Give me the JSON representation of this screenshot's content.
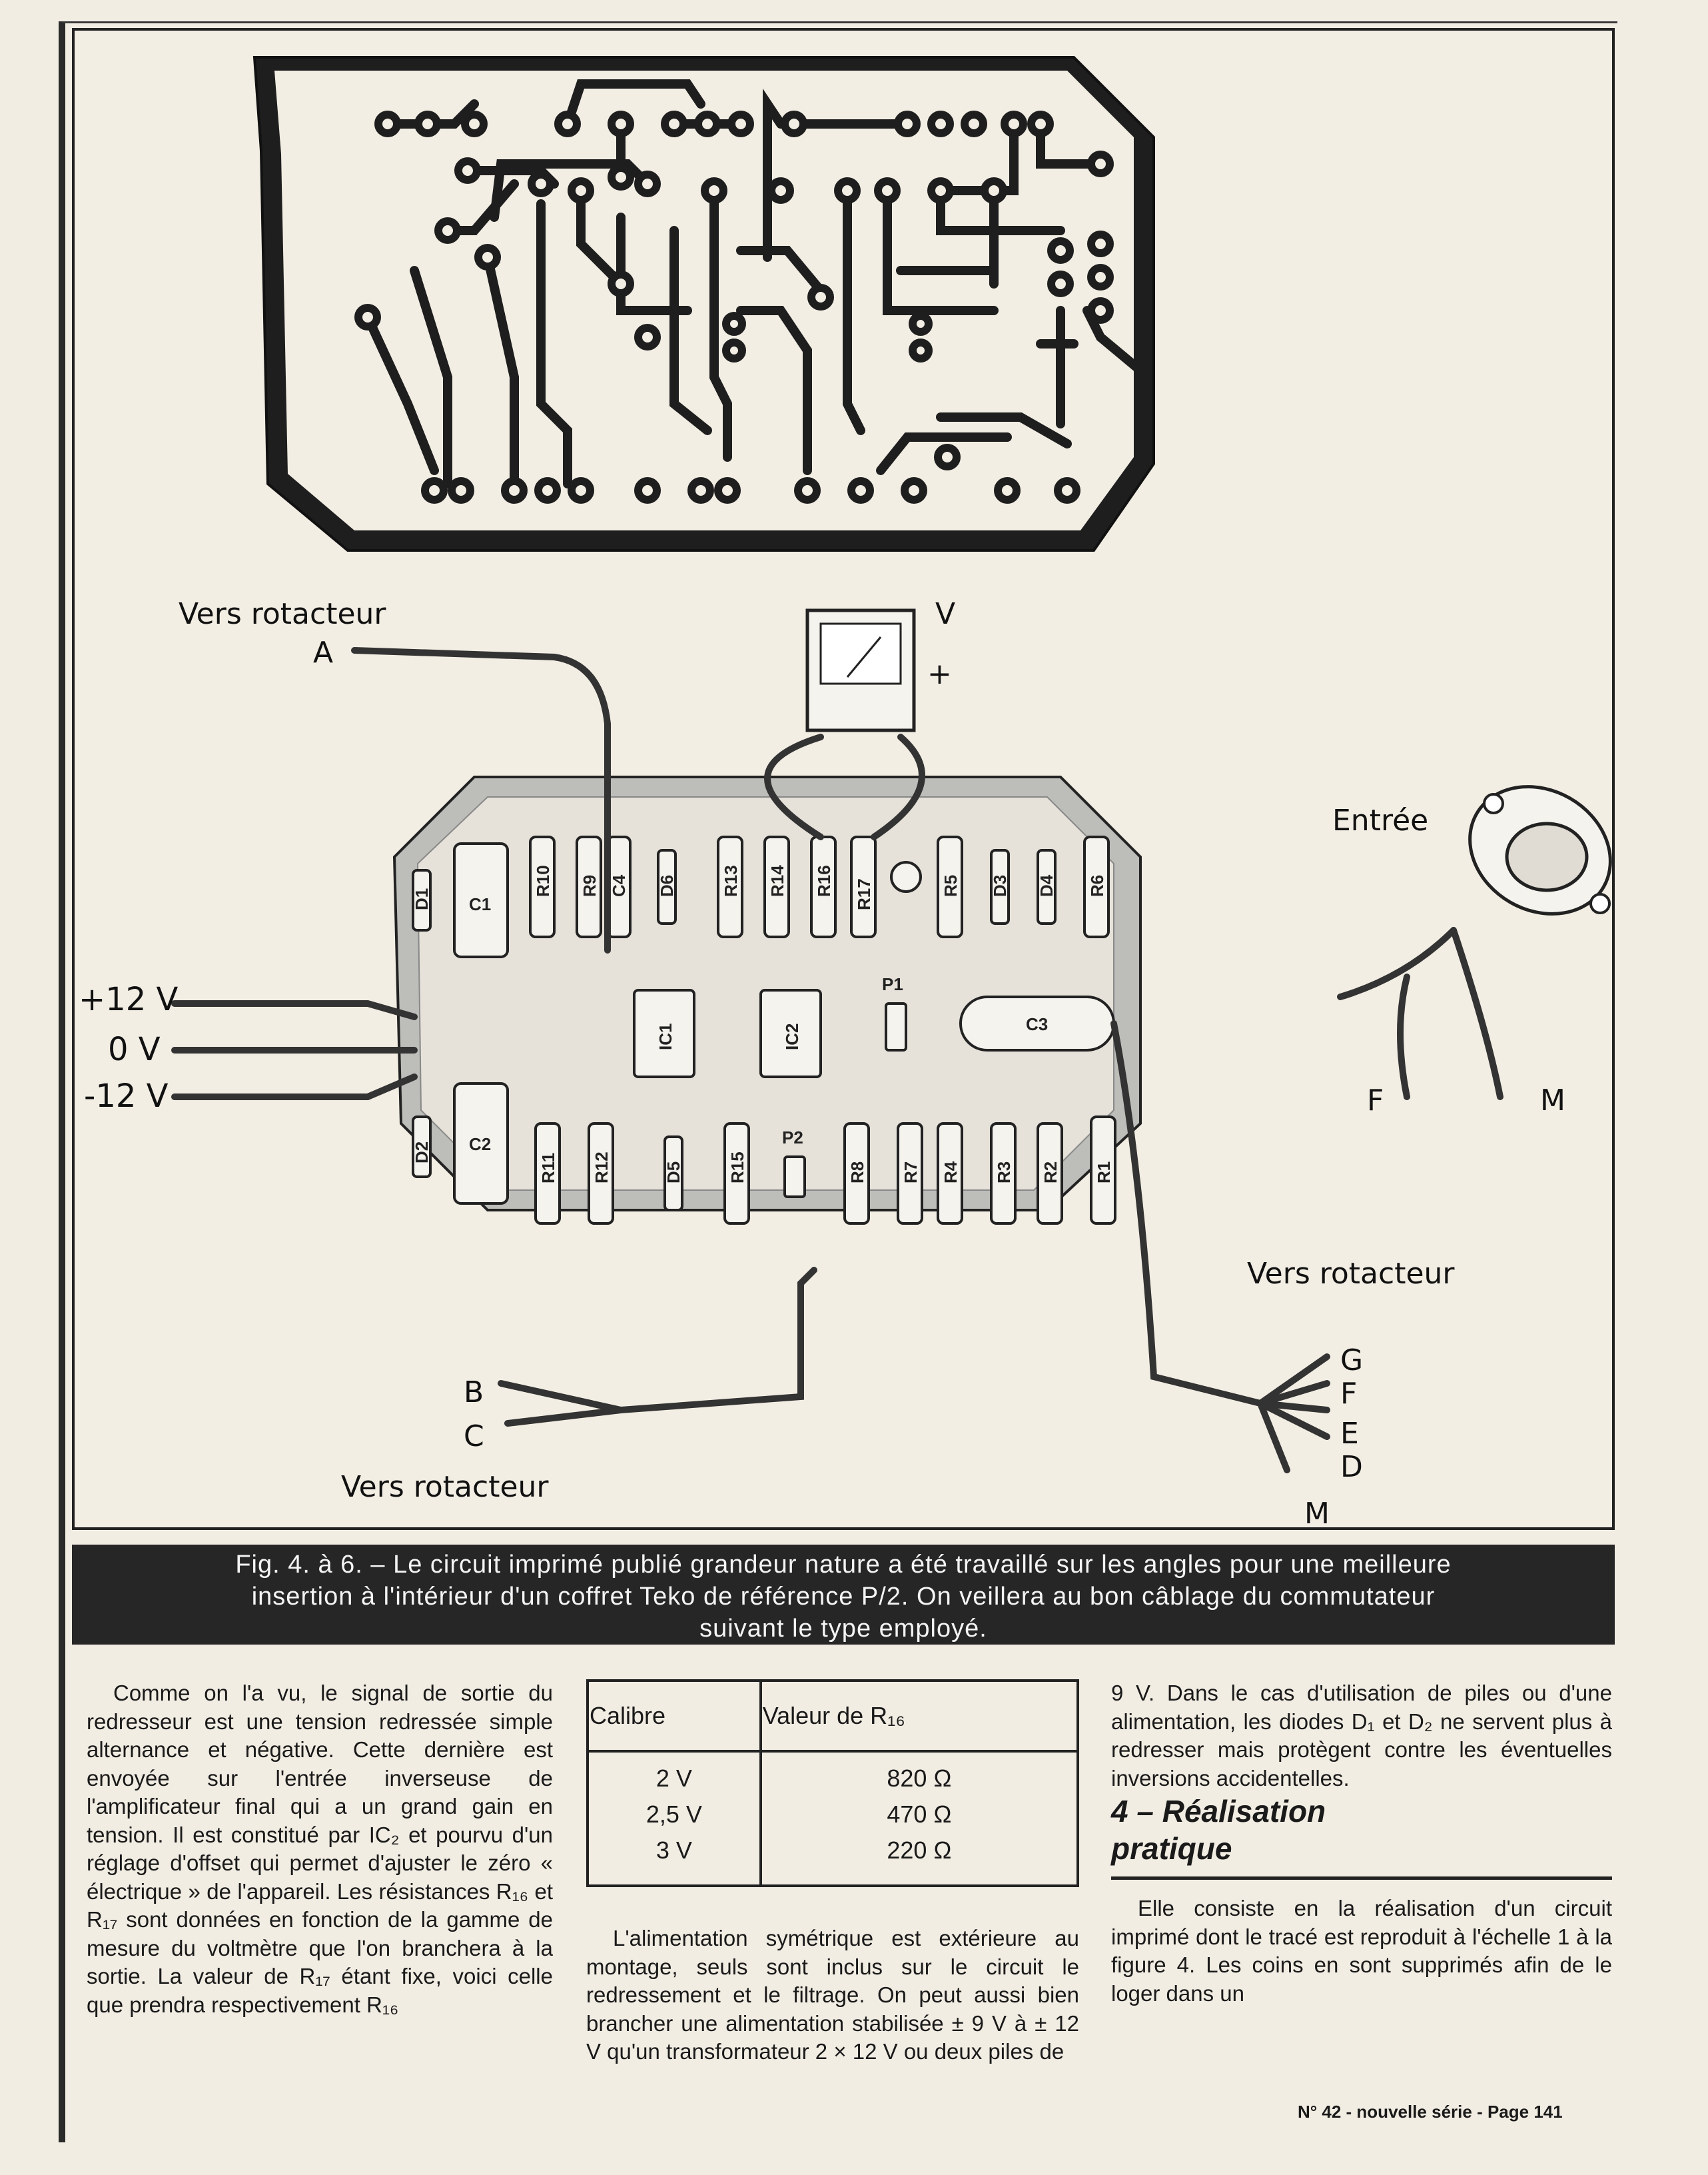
{
  "figure": {
    "labels": {
      "vers_rotacteur_top": "Vers rotacteur",
      "point_a": "A",
      "voltmeter": "V",
      "plus": "+",
      "entree": "Entrée",
      "f": "F",
      "m": "M",
      "plus12v": "+12 V",
      "zero_v": "0 V",
      "minus12v": "-12 V",
      "vers_rotacteur_right": "Vers rotacteur",
      "g": "G",
      "f2": "F",
      "e": "E",
      "d": "D",
      "m2": "M",
      "b": "B",
      "c": "C",
      "vers_rotacteur_bottom": "Vers rotacteur"
    },
    "components_top_row": [
      "R10",
      "R9",
      "C4",
      "D6",
      "R13",
      "R14",
      "R16",
      "R17",
      "R5",
      "D3",
      "D4",
      "R6"
    ],
    "components_mid": [
      "D1",
      "C1",
      "IC1",
      "IC2",
      "P1",
      "C3"
    ],
    "components_bottom_row": [
      "D2",
      "C2",
      "R11",
      "R12",
      "D5",
      "R15",
      "P2",
      "R8",
      "R7",
      "R4",
      "R3",
      "R2",
      "R1"
    ]
  },
  "caption": {
    "line1": "Fig. 4. à 6. – Le circuit imprimé publié grandeur nature a été travaillé sur les angles pour une meilleure",
    "line2": "insertion à l'intérieur d'un coffret Teko de référence P/2. On veillera au bon câblage du commutateur",
    "line3": "suivant le type employé."
  },
  "col1": {
    "p1": "Comme on l'a vu, le signal de sortie du redresseur est une tension redressée simple alternance et négative. Cette dernière est envoyée sur l'entrée inverseuse de l'amplificateur final qui a un grand gain en tension. Il est constitué par IC₂ et pourvu d'un réglage d'offset qui permet d'ajuster le zéro « électrique » de l'appareil. Les résistances R₁₆ et R₁₇ sont données en fonction de la gamme de mesure du voltmètre que l'on branchera à la sortie. La valeur de R₁₇ étant fixe, voici celle que prendra respectivement R₁₆"
  },
  "table": {
    "header_calibre": "Calibre",
    "header_valeur": "Valeur de R₁₆",
    "rows": [
      {
        "calibre": "2 V",
        "valeur": "820 Ω"
      },
      {
        "calibre": "2,5 V",
        "valeur": "470 Ω"
      },
      {
        "calibre": "3 V",
        "valeur": "220 Ω"
      }
    ]
  },
  "col2": {
    "p1": "L'alimentation symétrique est extérieure au montage, seuls sont inclus sur le circuit le redressement et le filtrage. On peut aussi bien brancher une alimentation stabilisée ± 9 V à ± 12 V qu'un transformateur 2 × 12 V ou deux piles de"
  },
  "col3": {
    "p1": "9 V. Dans le cas d'utilisation de piles ou d'une alimentation, les diodes D₁ et D₂ ne servent plus à redresser mais protègent contre les éventuelles inversions accidentelles.",
    "section_title_1": "4 – Réalisation",
    "section_title_2": "pratique",
    "p2": "Elle consiste en la réalisation d'un circuit imprimé dont le tracé est reproduit à l'échelle 1 à la figure 4. Les coins en sont supprimés afin de le loger dans un"
  },
  "footer": "N° 42 - nouvelle série - Page 141"
}
